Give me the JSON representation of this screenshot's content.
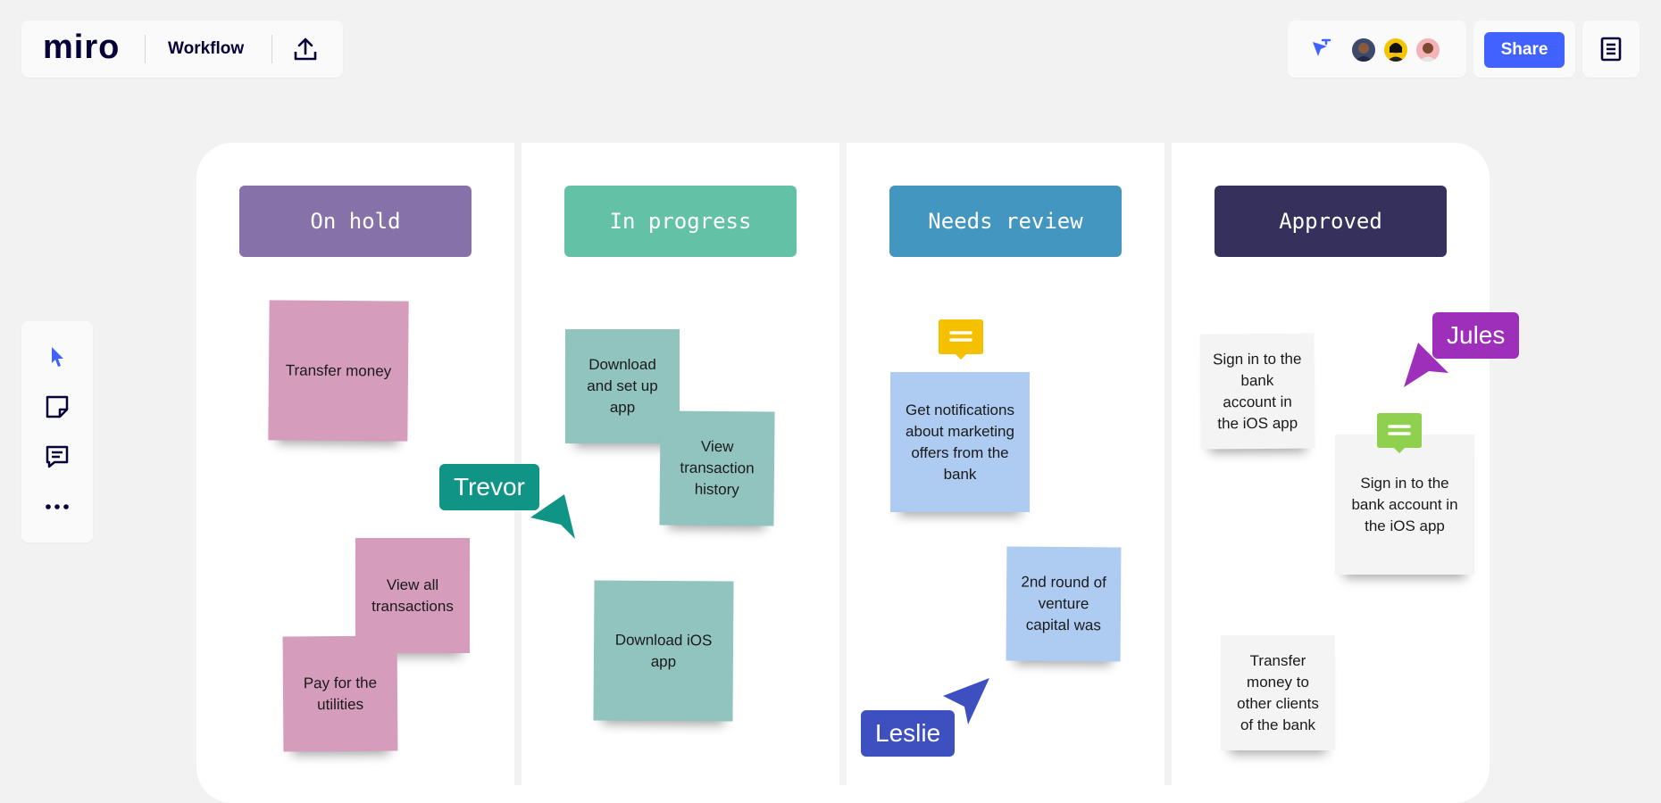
{
  "app": {
    "logo": "miro",
    "board_title": "Workflow"
  },
  "header": {
    "share_label": "Share"
  },
  "collaborators": [
    {
      "name": "avatar-1",
      "bg": "#3d4a6b",
      "skin": "#8a5a3c"
    },
    {
      "name": "avatar-2",
      "bg": "#f5c400",
      "skin": "#c98a5e"
    },
    {
      "name": "avatar-3",
      "bg": "#f3b3b8",
      "skin": "#7a4a30"
    }
  ],
  "colors": {
    "accent": "#4262ff",
    "on_hold": "#8672a8",
    "in_progress": "#63c2a5",
    "needs_review": "#4396bf",
    "approved": "#35315c",
    "trevor": "#0f9485",
    "jules": "#9e2fbb",
    "leslie": "#3e4fbf",
    "comment_yellow": "#f5c000",
    "comment_green": "#8fd14f"
  },
  "columns": [
    {
      "title": "On hold"
    },
    {
      "title": "In progress"
    },
    {
      "title": "Needs review"
    },
    {
      "title": "Approved"
    }
  ],
  "stickies": {
    "transfer_money": "Transfer money",
    "view_all": "View all transactions",
    "pay_utilities": "Pay for the utilities",
    "download_setup": "Download and set up app",
    "view_history": "View transaction history",
    "download_ios": "Download iOS app",
    "notifications": "Get notifications about marketing offers from the bank",
    "venture": "2nd round of venture capital was",
    "sign_in_1": "Sign in to the bank account in the iOS app",
    "sign_in_2": "Sign in to the bank account in the iOS app",
    "transfer_clients": "Transfer money to other clients of the bank"
  },
  "cursors": {
    "trevor": "Trevor",
    "jules": "Jules",
    "leslie": "Leslie"
  }
}
